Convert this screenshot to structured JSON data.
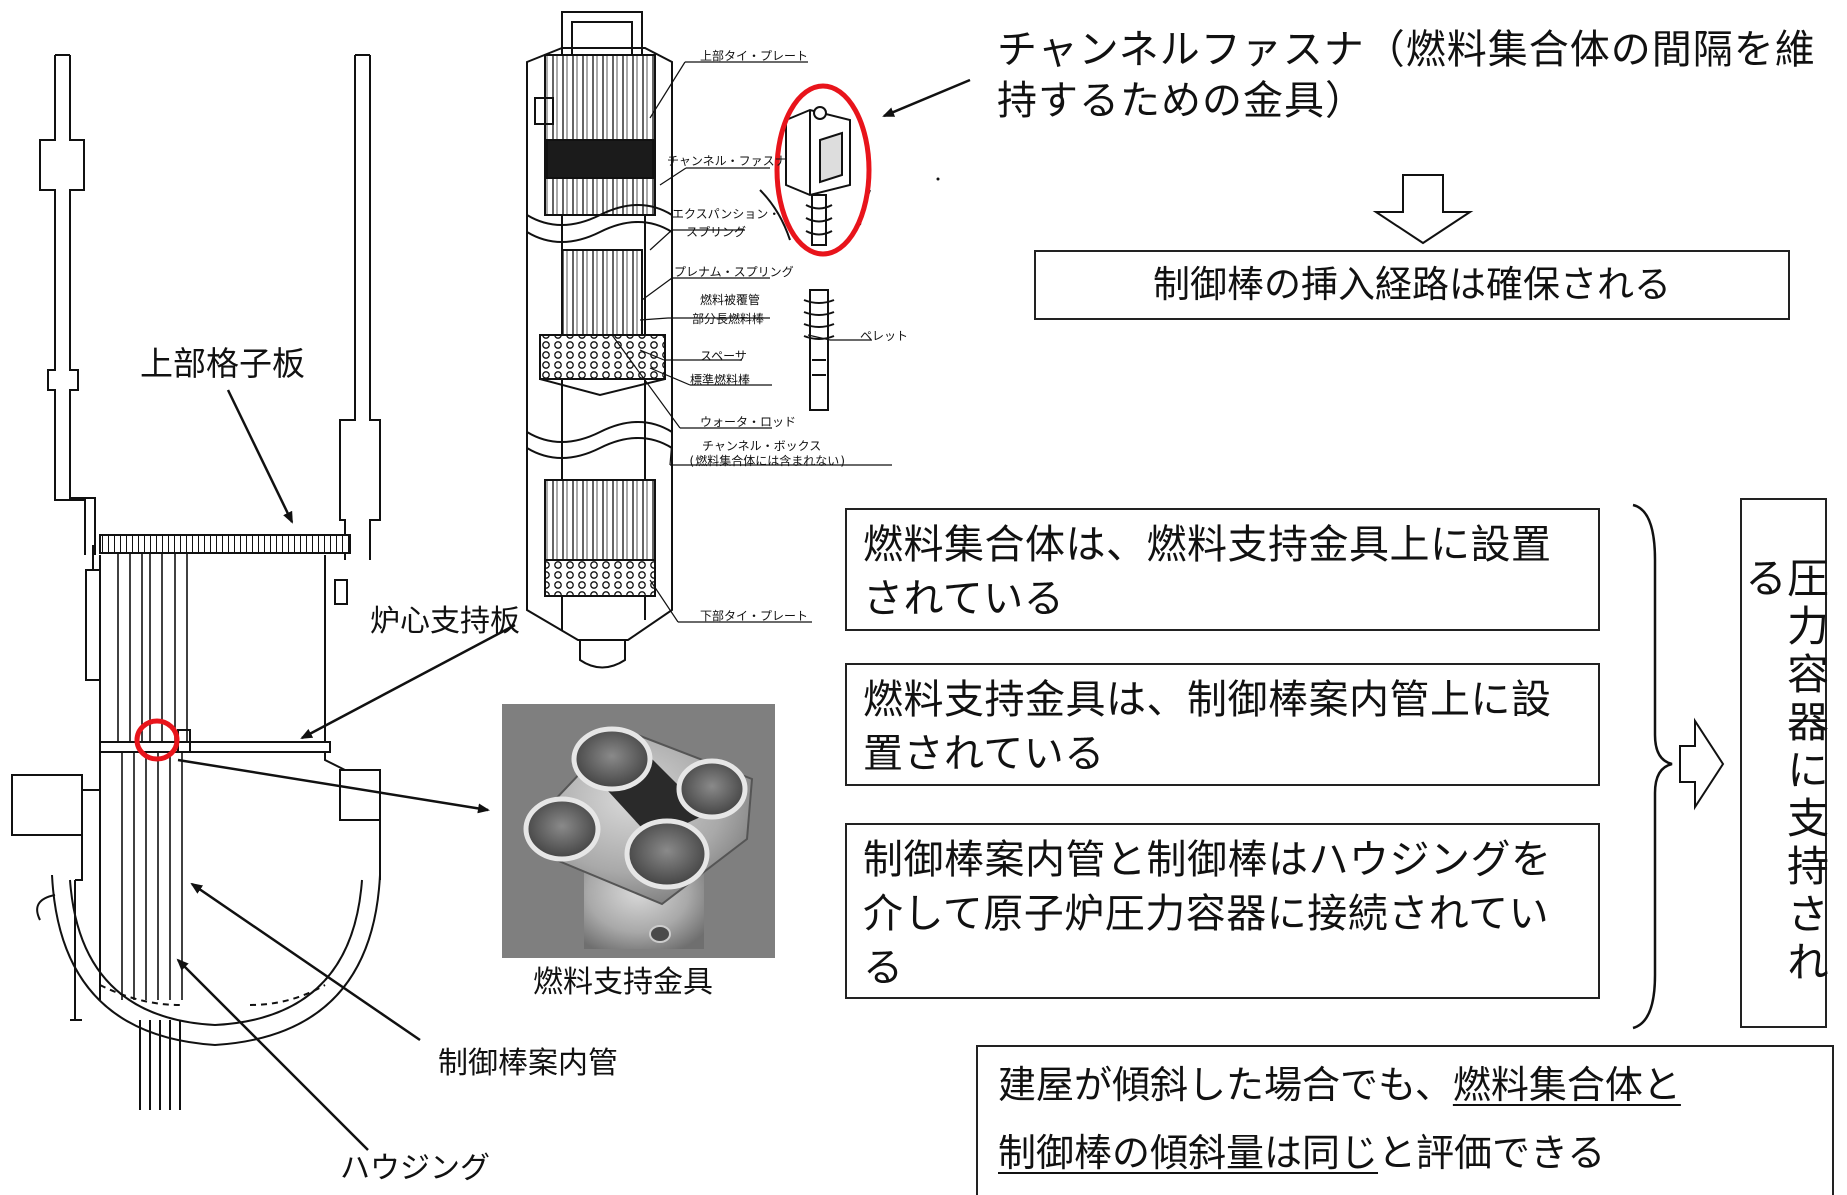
{
  "left_labels": {
    "upper_grid_plate": "上部格子板",
    "core_support_plate": "炉心支持板",
    "cr_guide_tube": "制御棒案内管",
    "housing": "ハウジング",
    "fuel_support_fitting": "燃料支持金具"
  },
  "assembly_labels": {
    "upper_tie_plate": "上部タイ・プレート",
    "channel_fastener": "チャンネル・ファスナ",
    "expansion_spring_1": "エクスパンション・",
    "expansion_spring_2": "スプリング",
    "plenum_spring": "プレナム・スプリング",
    "fuel_cladding": "燃料被覆管",
    "partial_length_rod": "部分長燃料棒",
    "pellet": "ペレット",
    "spacer": "スペーサ",
    "standard_fuel_rod": "標準燃料棒",
    "water_rod": "ウォータ・ロッド",
    "channel_box_1": "チャンネル・ボックス",
    "channel_box_2": "(燃料集合体には含まれない)",
    "lower_tie_plate": "下部タイ・プレート"
  },
  "callout": {
    "line1": "チャンネルファスナ（燃料集合体の間隔を維",
    "line2": "持するための金具）",
    "result": "制御棒の挿入経路は確保される"
  },
  "statements": [
    {
      "line1": "燃料集合体は、燃料支持金具上に設置",
      "line2": "されている",
      "line3": ""
    },
    {
      "line1": "燃料支持金具は、制御棒案内管上に設",
      "line2": "置されている",
      "line3": ""
    },
    {
      "line1": "制御棒案内管と制御棒はハウジングを",
      "line2": "介して原子炉圧力容器に接続されてい",
      "line3": "る"
    }
  ],
  "conclusion_vertical": "圧力容器に支持される",
  "bottom_note": {
    "line1_plain": "建屋が傾斜した場合でも、",
    "line1_underlined": "燃料集合体と",
    "line2_underlined": "制御棒の傾斜量は同じ",
    "line2_plain": "と評価できる"
  },
  "colors": {
    "highlight_circle": "#e8141b",
    "line": "#111111",
    "photo_bg": "#7d7d7d"
  }
}
